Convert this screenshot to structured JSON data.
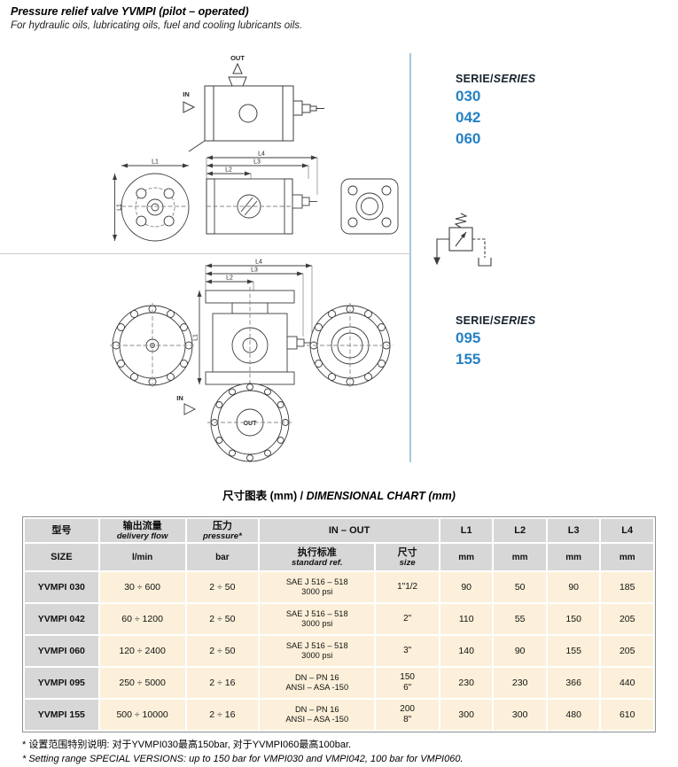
{
  "header": {
    "title": "Pressure relief valve YVMPI (pilot – operated)",
    "subtitle": "For hydraulic oils, lubricating oils, fuel and cooling lubricants oils."
  },
  "series": {
    "top": {
      "label": "SERIE/",
      "label_italic": "SERIES",
      "items": [
        "030",
        "042",
        "060"
      ]
    },
    "bottom": {
      "label": "SERIE/",
      "label_italic": "SERIES",
      "items": [
        "095",
        "155"
      ]
    },
    "accent_color": "#2581c4"
  },
  "drawings": {
    "out_label": "OUT",
    "in_label": "IN",
    "dims": {
      "l1": "L1",
      "l2": "L2",
      "l3": "L3",
      "l4": "L4"
    }
  },
  "section_title": {
    "zh": "尺寸图表 (mm)",
    "divider": " / ",
    "en": "DIMENSIONAL CHART  (mm)"
  },
  "table": {
    "header": {
      "model_zh": "型号",
      "model_en": "SIZE",
      "flow_zh": "输出流量",
      "flow_en": "delivery flow",
      "flow_unit": "l/min",
      "pressure_zh": "压力",
      "pressure_en": "pressure*",
      "pressure_unit": "bar",
      "in_out": "IN – OUT",
      "standard_zh": "执行标准",
      "standard_en": "standard ref.",
      "size_zh": "尺寸",
      "size_en": "size",
      "l1": "L1",
      "l2": "L2",
      "l3": "L3",
      "l4": "L4",
      "unit_mm": "mm"
    },
    "rows": [
      {
        "model": "YVMPI 030",
        "flow": "30 ÷ 600",
        "pressure": "2 ÷ 50",
        "std1": "SAE J 516 – 518",
        "std2": "3000 psi",
        "size1": "1\"1/2",
        "size2": "",
        "l1": "90",
        "l2": "50",
        "l3": "90",
        "l4": "185"
      },
      {
        "model": "YVMPI 042",
        "flow": "60 ÷ 1200",
        "pressure": "2 ÷ 50",
        "std1": "SAE J 516 – 518",
        "std2": "3000 psi",
        "size1": "2\"",
        "size2": "",
        "l1": "110",
        "l2": "55",
        "l3": "150",
        "l4": "205"
      },
      {
        "model": "YVMPI 060",
        "flow": "120 ÷ 2400",
        "pressure": "2 ÷ 50",
        "std1": "SAE J 516 – 518",
        "std2": "3000 psi",
        "size1": "3\"",
        "size2": "",
        "l1": "140",
        "l2": "90",
        "l3": "155",
        "l4": "205"
      },
      {
        "model": "YVMPI 095",
        "flow": "250 ÷ 5000",
        "pressure": "2 ÷ 16",
        "std1": "DN – PN 16",
        "std2": "ANSI – ASA -150",
        "size1": "150",
        "size2": "6\"",
        "l1": "230",
        "l2": "230",
        "l3": "366",
        "l4": "440"
      },
      {
        "model": "YVMPI 155",
        "flow": "500 ÷ 10000",
        "pressure": "2 ÷ 16",
        "std1": "DN – PN 16",
        "std2": "ANSI – ASA -150",
        "size1": "200",
        "size2": "8\"",
        "l1": "300",
        "l2": "300",
        "l3": "480",
        "l4": "610"
      }
    ]
  },
  "footer": {
    "note_zh": "* 设置范围特别说明: 对于YVMPI030最高150bar, 对于YVMPI060最高100bar.",
    "note_en": "* Setting range SPECIAL VERSIONS: up to 150 bar for VMPI030 and VMPI042, 100 bar for VMPI060."
  }
}
